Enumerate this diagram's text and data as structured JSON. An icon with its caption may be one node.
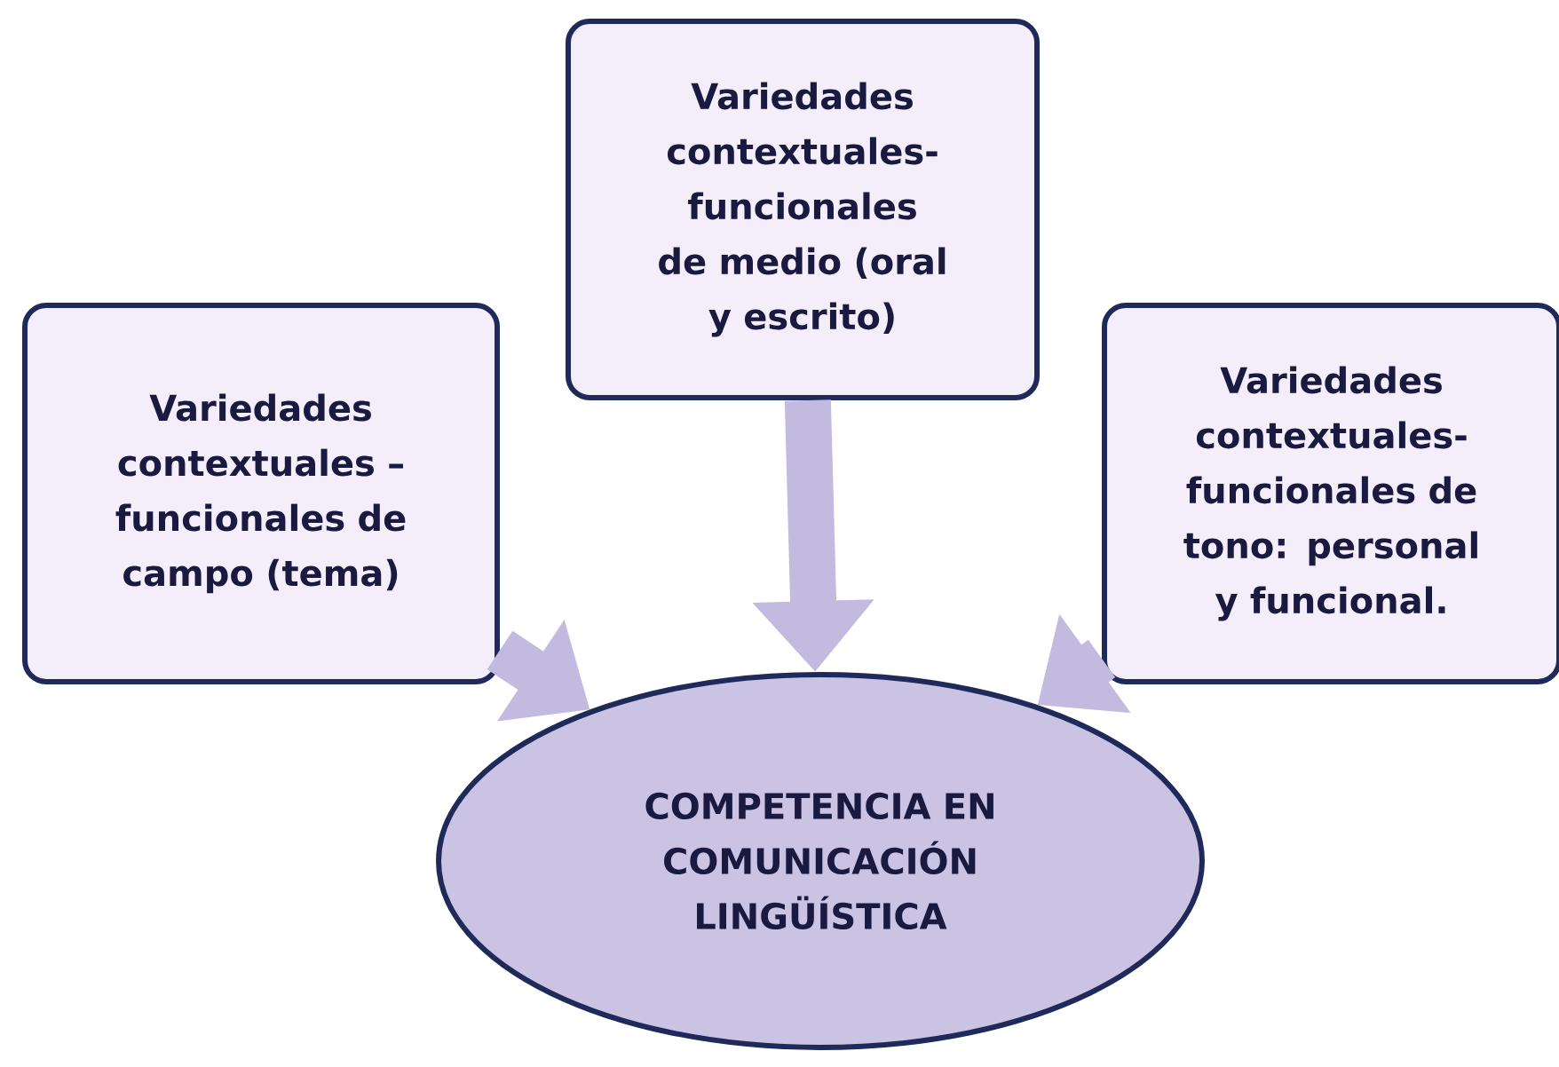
{
  "diagram": {
    "nodes": [
      {
        "text": [
          "Variedades contextuales – funcionales de campo (tema)"
        ]
      },
      {
        "text": [
          "Variedades contextuales-funcionales de medio (oral y escrito)"
        ]
      },
      {
        "text": [
          "Variedades contextuales-funcionales de tono: personal y funcional."
        ]
      },
      {
        "text": [
          "COMPETENCIA EN COMUNICACIÓN LINGÜÍSTICA"
        ]
      }
    ],
    "edges": [
      {
        "from": 0,
        "to": 3,
        "arrow": "to"
      },
      {
        "from": 1,
        "to": 3,
        "arrow": "to"
      },
      {
        "from": 2,
        "to": 3,
        "arrow": "to"
      }
    ]
  }
}
